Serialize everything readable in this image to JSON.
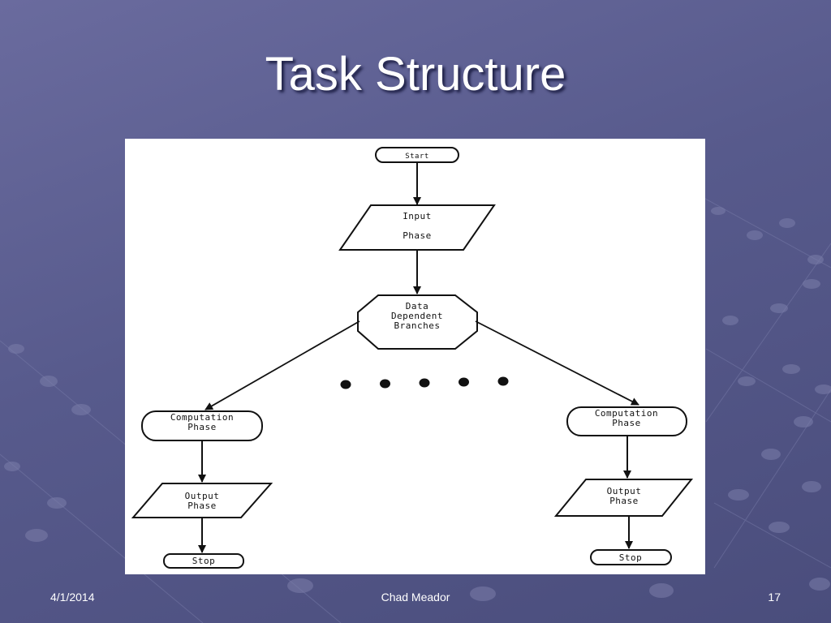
{
  "slide": {
    "title": "Task Structure",
    "footer": {
      "date": "4/1/2014",
      "author": "Chad Meador",
      "page": "17"
    }
  },
  "flowchart": {
    "start": "Start",
    "input_line1": "Input",
    "input_line2": "Phase",
    "branch_line1": "Data",
    "branch_line2": "Dependent",
    "branch_line3": "Branches",
    "left": {
      "computation_line1": "Computation",
      "computation_line2": "Phase",
      "output_line1": "Output",
      "output_line2": "Phase",
      "stop": "Stop"
    },
    "right": {
      "computation_line1": "Computation",
      "computation_line2": "Phase",
      "output_line1": "Output",
      "output_line2": "Phase",
      "stop": "Stop"
    },
    "ellipsis_dot_count": 5
  }
}
